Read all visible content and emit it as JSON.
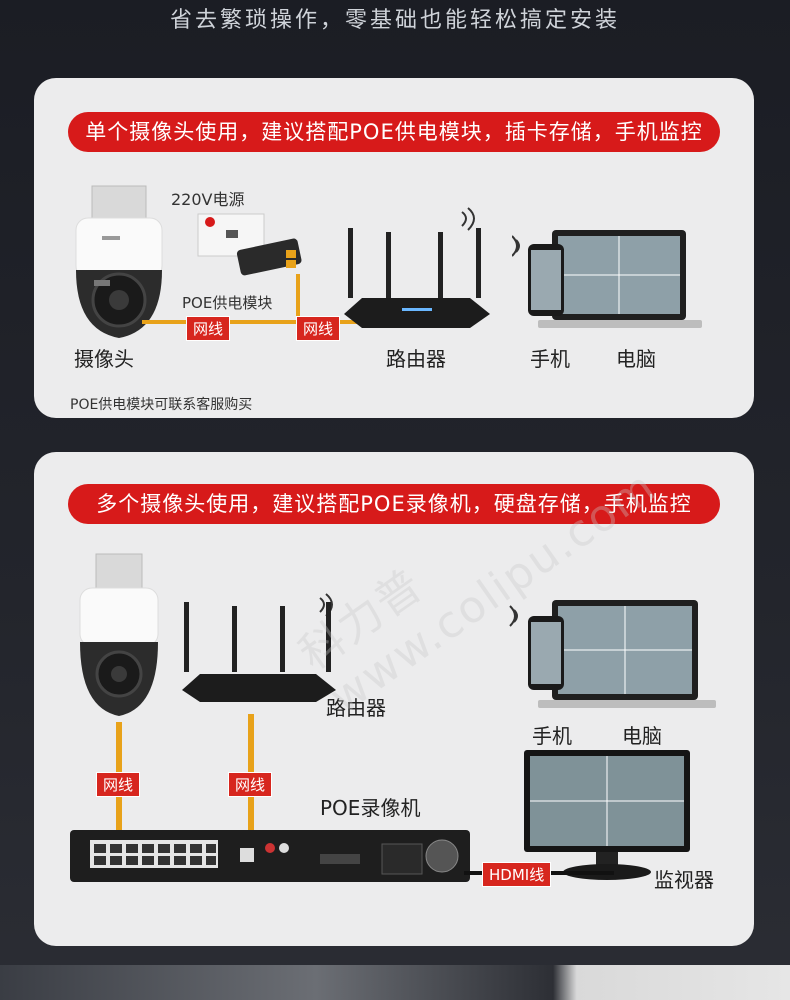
{
  "header": {
    "tagline": "省去繁琐操作，零基础也能轻松搞定安装"
  },
  "section1": {
    "banner": "单个摄像头使用，建议搭配POE供电模块，插卡存储，手机监控",
    "power_label": "220V电源",
    "poe_module_label": "POE供电模块",
    "cable_label_1": "网线",
    "cable_label_2": "网线",
    "camera_label": "摄像头",
    "router_label": "路由器",
    "phone_label": "手机",
    "pc_label": "电脑",
    "note": "POE供电模块可联系客服购买"
  },
  "section2": {
    "banner": "多个摄像头使用，建议搭配POE录像机，硬盘存储，手机监控",
    "router_label": "路由器",
    "phone_label": "手机",
    "pc_label": "电脑",
    "cable_label_1": "网线",
    "cable_label_2": "网线",
    "nvr_label": "POE录像机",
    "hdmi_label": "HDMI线",
    "monitor_label": "监视器"
  },
  "watermark": "科力普 www.colipu.com",
  "colors": {
    "accent": "#d71a1a",
    "card": "#ececed",
    "cable": "#e8a21a"
  }
}
